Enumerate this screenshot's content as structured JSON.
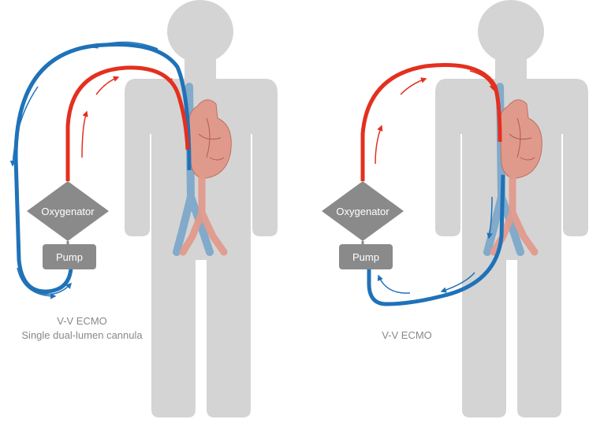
{
  "panels": [
    {
      "oxygenator_label": "Oxygenator",
      "pump_label": "Pump",
      "caption_line1": "V-V ECMO",
      "caption_line2": "Single dual-lumen cannula"
    },
    {
      "oxygenator_label": "Oxygenator",
      "pump_label": "Pump",
      "caption_line1": "V-V ECMO"
    }
  ],
  "colors": {
    "body": "#d4d4d4",
    "device": "#8a8a8a",
    "oxygenated_blood": "#e3301f",
    "deoxygenated_blood": "#1f72b8",
    "heart": "#e09a8c",
    "vein": "#7aa6c9",
    "caption": "#888888"
  }
}
